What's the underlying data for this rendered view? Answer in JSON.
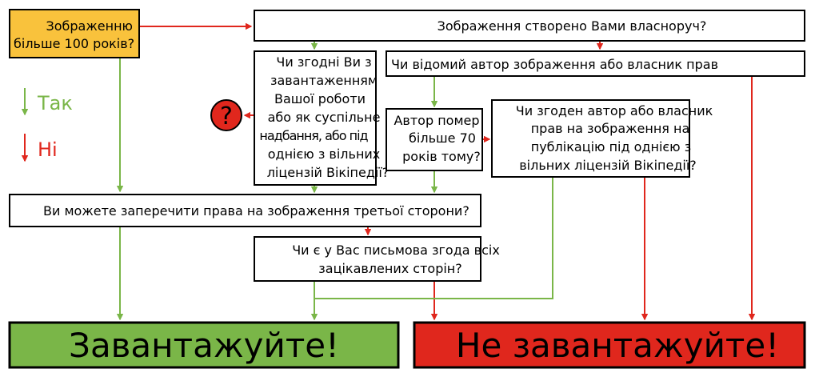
{
  "colors": {
    "yes": "#7ab648",
    "no": "#e0271d",
    "start": "#f9c23c"
  },
  "legend": {
    "yes": "Так",
    "no": "Ні"
  },
  "help_icon": "?",
  "nodes": {
    "start": [
      "Зображенню",
      "більше 100 років?"
    ],
    "self_made": "Зображення створено Вами власноруч?",
    "agree_upload": [
      "Чи згодні Ви з",
      "завантаженням",
      "Вашої роботи",
      "або як суспільне",
      "надбання, або під",
      "однією з вільних",
      "ліцензій Вікіпедії?"
    ],
    "author_known": "Чи відомий автор зображення або власник прав",
    "author_dead": [
      "Автор помер",
      "більше 70",
      "років тому?"
    ],
    "author_agrees": [
      "Чи згоден автор або власник",
      "прав на зображення на",
      "публікацію під однією з",
      "вільних ліцензій Вікіпедії?"
    ],
    "third_party": "Ви можете заперечити права на зображення третьої сторони?",
    "written_consent": [
      "Чи є у Вас письмова згода всіх",
      "зацікавлених сторін?"
    ]
  },
  "results": {
    "upload": "Завантажуйте!",
    "dont_upload": "Не завантажуйте!"
  }
}
